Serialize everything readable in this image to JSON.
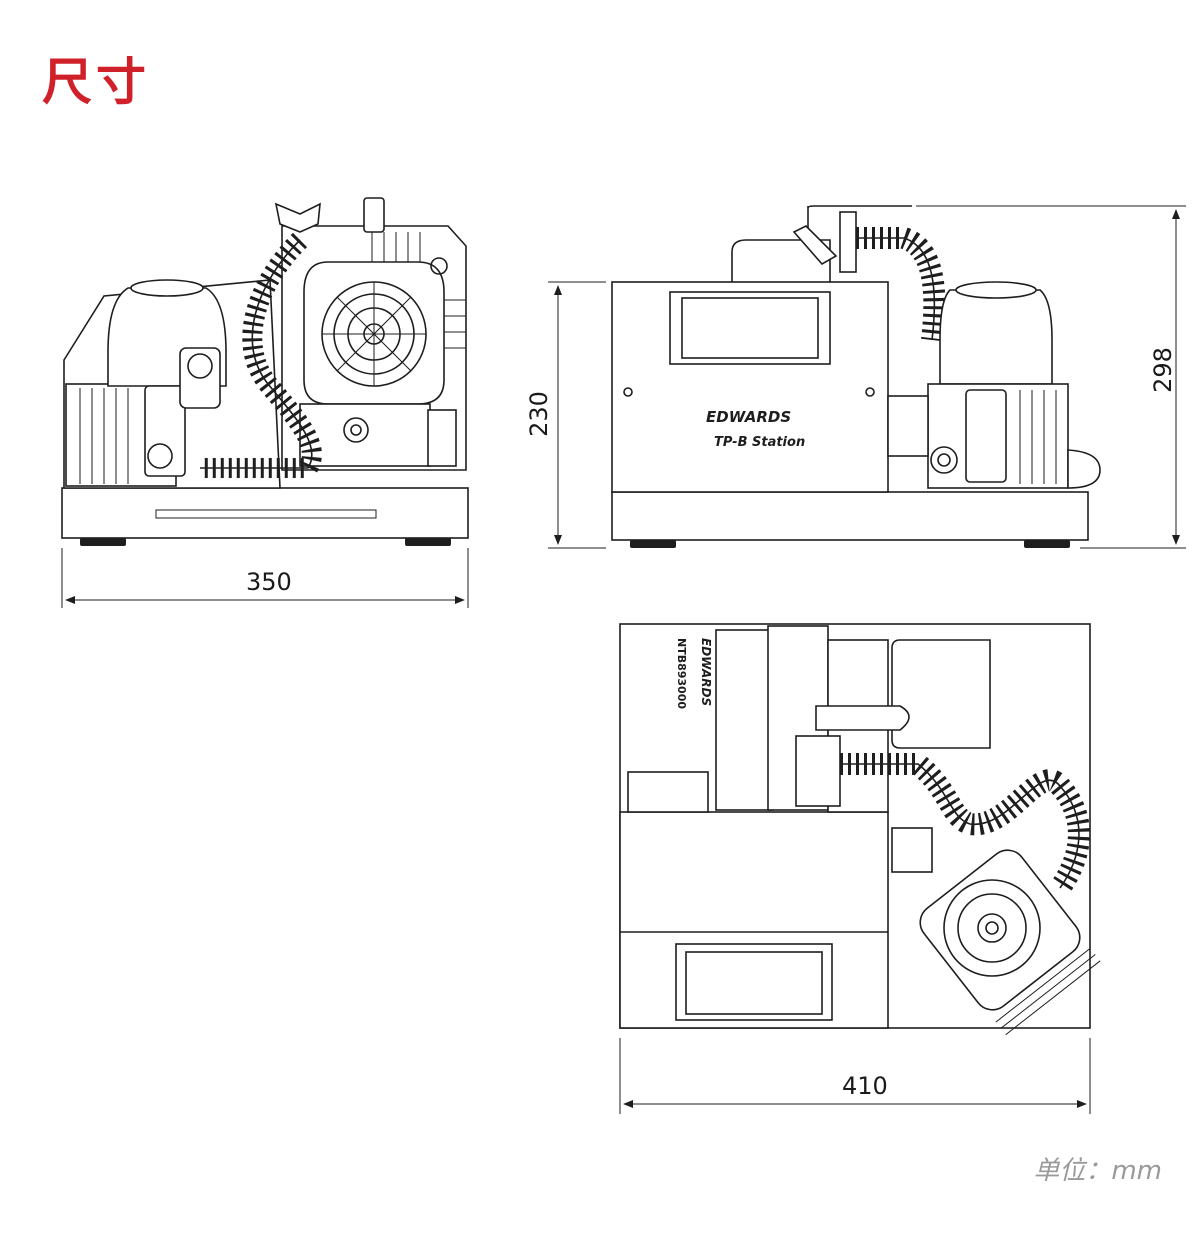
{
  "title": "尺寸",
  "colors": {
    "title": "#d0202a",
    "line": "#1e1e1e",
    "unit_text": "#9a9a9a"
  },
  "dimensions": {
    "side_width": "350",
    "front_height": "230",
    "front_total_height": "298",
    "top_width": "410"
  },
  "brand": "EDWARDS",
  "model": "TP-B Station",
  "plan_brand": "EDWARDS",
  "plan_part_no": "NTB893000",
  "unit": "单位：mm"
}
